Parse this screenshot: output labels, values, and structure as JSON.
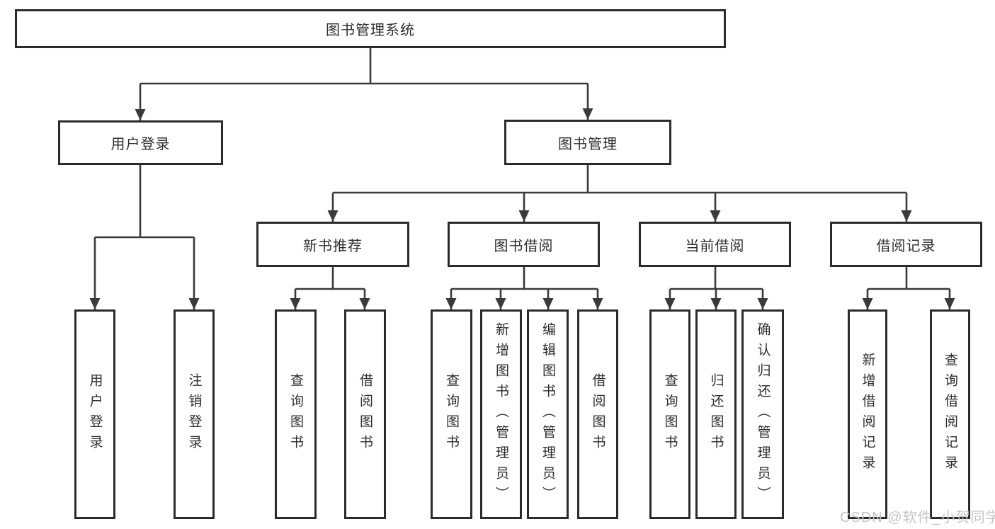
{
  "tree": {
    "label": "图书管理系统",
    "children": [
      {
        "label": "用户登录",
        "children": [
          {
            "label": "用户登录"
          },
          {
            "label": "注销登录"
          }
        ]
      },
      {
        "label": "图书管理",
        "children": [
          {
            "label": "新书推荐",
            "children": [
              {
                "label": "查询图书"
              },
              {
                "label": "借阅图书"
              }
            ]
          },
          {
            "label": "图书借阅",
            "children": [
              {
                "label": "查询图书"
              },
              {
                "label": "新增图书（管理员）"
              },
              {
                "label": "编辑图书（管理员）"
              },
              {
                "label": "借阅图书"
              }
            ]
          },
          {
            "label": "当前借阅",
            "children": [
              {
                "label": "查询图书"
              },
              {
                "label": "归还图书"
              },
              {
                "label": "确认归还（管理员）"
              }
            ]
          },
          {
            "label": "借阅记录",
            "children": [
              {
                "label": "新增借阅记录"
              },
              {
                "label": "查询借阅记录"
              }
            ]
          }
        ]
      }
    ]
  },
  "watermark": {
    "text": "CSDN @软件_小贺同学"
  },
  "colors": {
    "line": "#3a3a3a",
    "border": "#2b2b2b",
    "text": "#2d2d2d",
    "background": "#ffffff",
    "watermark": "#c6c6c6"
  }
}
